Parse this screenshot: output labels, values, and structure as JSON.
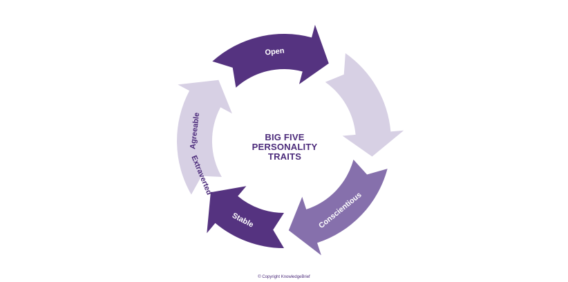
{
  "title_lines": [
    "BIG FIVE",
    "PERSONALITY",
    "TRAITS"
  ],
  "segments": [
    {
      "label": "Open",
      "color": "#553380",
      "text_color": "#ffffff"
    },
    {
      "label": "Extraverted",
      "color": "#d7d0e4",
      "text_color": "#4b2a7a"
    },
    {
      "label": "Conscientious",
      "color": "#8670ac",
      "text_color": "#ffffff"
    },
    {
      "label": "Stable",
      "color": "#553380",
      "text_color": "#ffffff"
    },
    {
      "label": "Agreeable",
      "color": "#d7d0e4",
      "text_color": "#4b2a7a"
    }
  ],
  "copyright": "© Copyright KnowledgeBrief"
}
